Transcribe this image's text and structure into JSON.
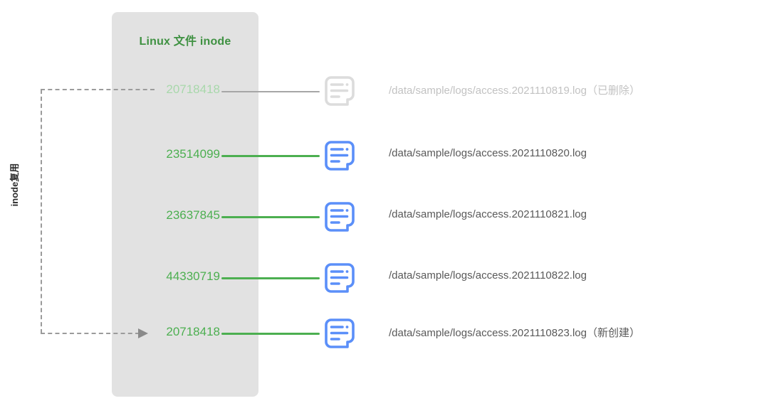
{
  "panel": {
    "title": "Linux 文件 inode"
  },
  "side_label": {
    "text": "inode复用"
  },
  "colors": {
    "green": "#4caf50",
    "green_title": "#3f9142",
    "green_faded": "#a8d8ab",
    "blue_icon": "#5b8ff9",
    "gray_icon": "#dcdcdc",
    "panel_bg": "#e2e2e2",
    "path_text": "#595959",
    "path_text_faded": "#c2c2c2",
    "dashed_line": "#9b9b9b",
    "connector_gray": "#a6a6a6"
  },
  "rows": [
    {
      "inode": "20718418",
      "path": "/data/sample/logs/access.2021110819.log（已删除）",
      "state": "deleted",
      "icon": "document-icon"
    },
    {
      "inode": "23514099",
      "path": "/data/sample/logs/access.2021110820.log",
      "state": "active",
      "icon": "document-icon"
    },
    {
      "inode": "23637845",
      "path": "/data/sample/logs/access.2021110821.log",
      "state": "active",
      "icon": "document-icon"
    },
    {
      "inode": "44330719",
      "path": "/data/sample/logs/access.2021110822.log",
      "state": "active",
      "icon": "document-icon"
    },
    {
      "inode": "20718418",
      "path": "/data/sample/logs/access.2021110823.log（新创建）",
      "state": "new",
      "icon": "document-icon"
    }
  ]
}
